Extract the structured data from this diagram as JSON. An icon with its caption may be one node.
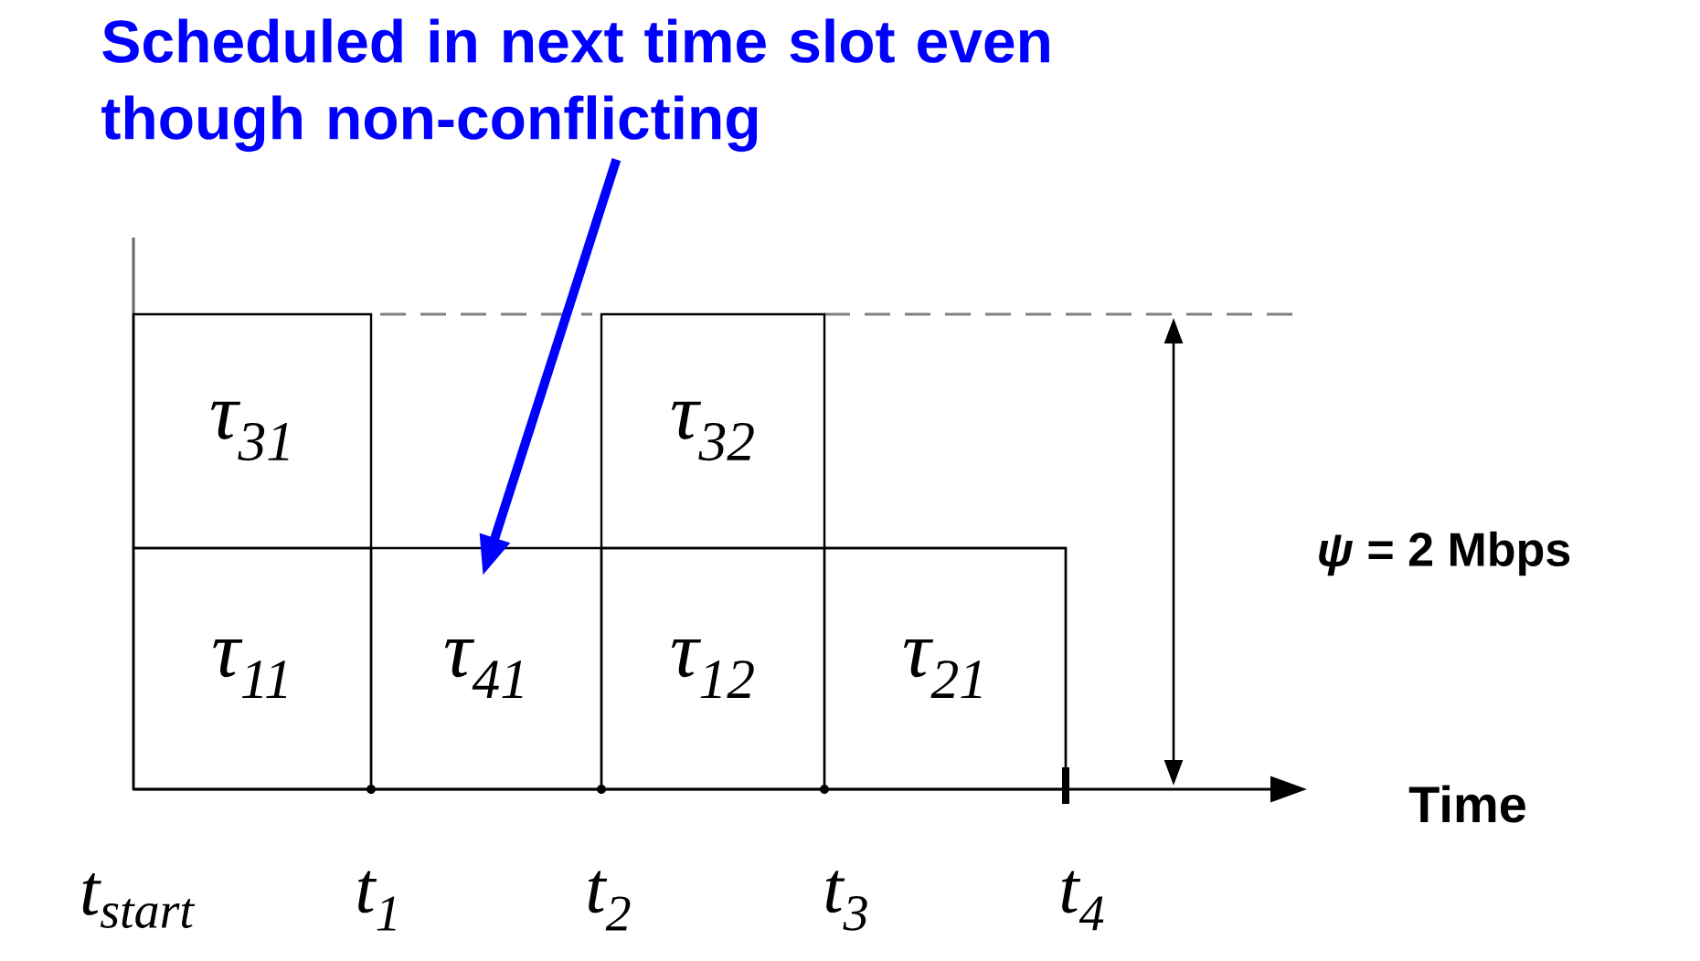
{
  "diagram": {
    "nodes": [
      {
        "text": [
          "Scheduled in next time slot even though non-conflicting"
        ]
      },
      {
        "text": [
          "τ$_{31}$"
        ]
      },
      {
        "text": [
          "τ$_{32}$"
        ]
      },
      {
        "text": [
          "τ$_{11}$"
        ]
      },
      {
        "text": [
          "τ$_{41}$"
        ]
      },
      {
        "text": [
          "τ$_{12}$"
        ]
      },
      {
        "text": [
          "τ$_{21}$"
        ]
      }
    ],
    "edges": [
      {
        "from": 0,
        "to": 4,
        "arrow": "to",
        "color": "#0000ff"
      }
    ],
    "labels": [
      "*ψ* = 2 Mbps",
      "Time",
      "t$_{start}$",
      "t$_{1}$",
      "t$_{2}$",
      "t$_{3}$",
      "t$_{4}$"
    ]
  }
}
